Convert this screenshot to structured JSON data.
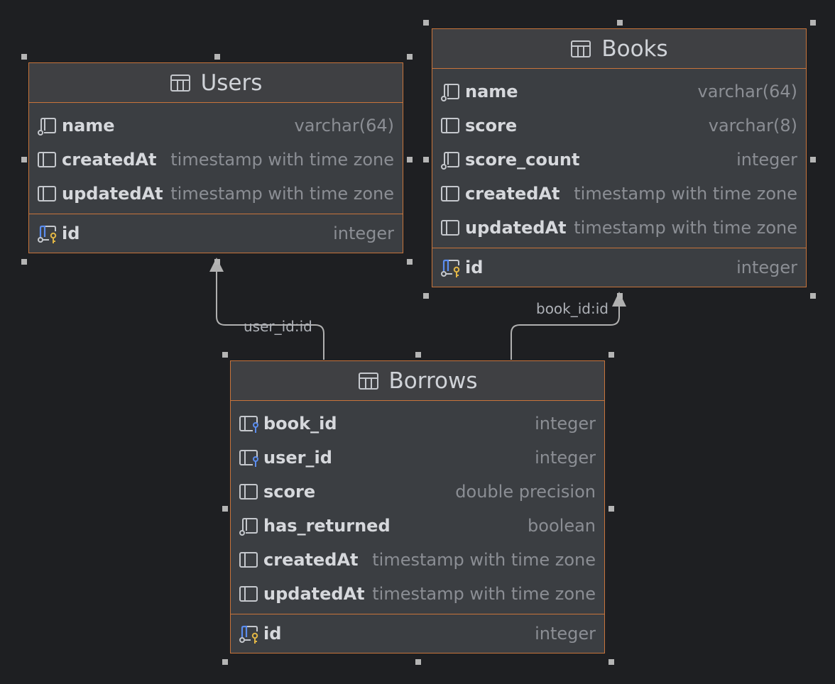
{
  "colors": {
    "background": "#1e1f22",
    "table_border": "#c8743b",
    "connector": "#b0b0b0",
    "primary_key_icon": "#e0b545",
    "foreign_key_icon": "#5b8def"
  },
  "relations": [
    {
      "label": "user_id:id",
      "from": "borrows",
      "to": "users"
    },
    {
      "label": "book_id:id",
      "from": "borrows",
      "to": "books"
    }
  ],
  "tables": {
    "users": {
      "title": "Users",
      "columns": [
        {
          "name": "name",
          "type": "varchar(64)",
          "icon": "nullable-column-icon"
        },
        {
          "name": "createdAt",
          "type": "timestamp with time zone",
          "icon": "column-icon"
        },
        {
          "name": "updatedAt",
          "type": "timestamp with time zone",
          "icon": "column-icon"
        }
      ],
      "primary_key": {
        "name": "id",
        "type": "integer",
        "icon": "primary-key-icon"
      }
    },
    "books": {
      "title": "Books",
      "columns": [
        {
          "name": "name",
          "type": "varchar(64)",
          "icon": "nullable-column-icon"
        },
        {
          "name": "score",
          "type": "varchar(8)",
          "icon": "column-icon"
        },
        {
          "name": "score_count",
          "type": "integer",
          "icon": "nullable-column-icon"
        },
        {
          "name": "createdAt",
          "type": "timestamp with time zone",
          "icon": "column-icon"
        },
        {
          "name": "updatedAt",
          "type": "timestamp with time zone",
          "icon": "column-icon"
        }
      ],
      "primary_key": {
        "name": "id",
        "type": "integer",
        "icon": "primary-key-icon"
      }
    },
    "borrows": {
      "title": "Borrows",
      "columns": [
        {
          "name": "book_id",
          "type": "integer",
          "icon": "foreign-key-icon"
        },
        {
          "name": "user_id",
          "type": "integer",
          "icon": "foreign-key-icon"
        },
        {
          "name": "score",
          "type": "double precision",
          "icon": "column-icon"
        },
        {
          "name": "has_returned",
          "type": "boolean",
          "icon": "nullable-column-icon"
        },
        {
          "name": "createdAt",
          "type": "timestamp with time zone",
          "icon": "column-icon"
        },
        {
          "name": "updatedAt",
          "type": "timestamp with time zone",
          "icon": "column-icon"
        }
      ],
      "primary_key": {
        "name": "id",
        "type": "integer",
        "icon": "primary-key-icon"
      }
    }
  }
}
